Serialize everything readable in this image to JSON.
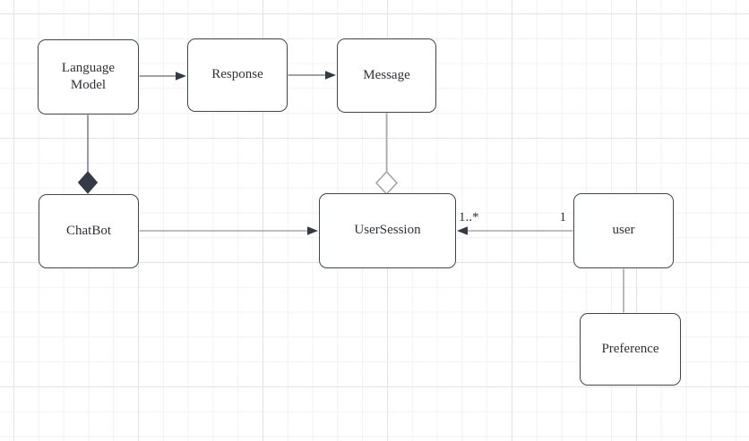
{
  "diagram": {
    "kind": "uml-class-diagram",
    "nodes": [
      {
        "id": "language-model",
        "label": "Language Model"
      },
      {
        "id": "response",
        "label": "Response"
      },
      {
        "id": "message",
        "label": "Message"
      },
      {
        "id": "chatbot",
        "label": "ChatBot"
      },
      {
        "id": "user-session",
        "label": "UserSession"
      },
      {
        "id": "user",
        "label": "user"
      },
      {
        "id": "preference",
        "label": "Preference"
      }
    ],
    "edges": [
      {
        "from": "language-model",
        "to": "response",
        "type": "directed-arrow"
      },
      {
        "from": "response",
        "to": "message",
        "type": "directed-arrow"
      },
      {
        "from": "language-model",
        "to": "chatbot",
        "type": "composition-filled-diamond"
      },
      {
        "from": "message",
        "to": "user-session",
        "type": "aggregation-hollow-diamond"
      },
      {
        "from": "chatbot",
        "to": "user-session",
        "type": "directed-arrow"
      },
      {
        "from": "user",
        "to": "user-session",
        "type": "directed-arrow",
        "source_label": "1",
        "target_label": "1..*"
      },
      {
        "from": "user",
        "to": "preference",
        "type": "plain-line"
      }
    ],
    "colors": {
      "background": "#ffffff",
      "grid_minor": "#f2f2f5",
      "grid_major": "#e2e3e6",
      "node_fill": "#ffffff",
      "node_border": "#3e4650",
      "node_text": "#2d3138",
      "edge_dark": "#666c74",
      "edge_light": "#a6a8ad",
      "arrowhead": "#343a44",
      "diamond_filled": "#343b46",
      "diamond_hollow_stroke": "#9b9ea4"
    }
  }
}
